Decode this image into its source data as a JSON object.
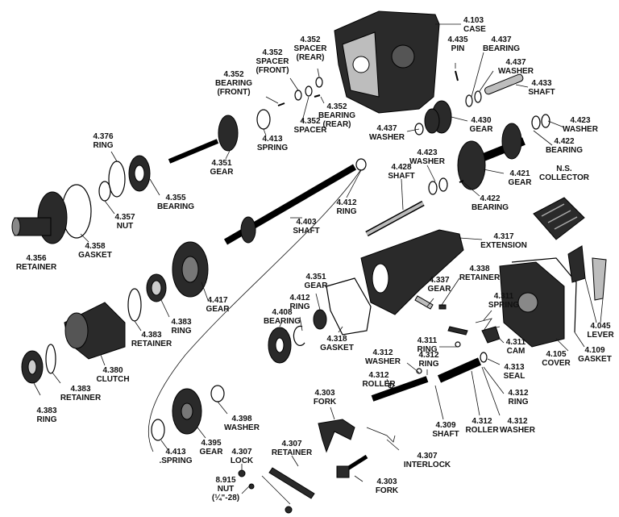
{
  "labels": [
    {
      "id": "case",
      "number": "4.103",
      "name": "CASE"
    },
    {
      "id": "pin-4435",
      "number": "4.435",
      "name": "PIN"
    },
    {
      "id": "bearing-4437",
      "number": "4.437",
      "name": "BEARING"
    },
    {
      "id": "washer-4437-top",
      "number": "4.437",
      "name": "WASHER"
    },
    {
      "id": "shaft-4433",
      "number": "4.433",
      "name": "SHAFT"
    },
    {
      "id": "spacer-rear",
      "number": "4.352",
      "name": "SPACER",
      "sub": "(REAR)"
    },
    {
      "id": "spacer-front",
      "number": "4.352",
      "name": "SPACER",
      "sub": "(FRONT)"
    },
    {
      "id": "bearing-front",
      "number": "4.352",
      "name": "BEARING",
      "sub": "(FRONT)"
    },
    {
      "id": "bearing-rear",
      "number": "4.352",
      "name": "BEARING",
      "sub": "(REAR)"
    },
    {
      "id": "spacer-4352",
      "number": "4.352",
      "name": "SPACER"
    },
    {
      "id": "spring-4413-top",
      "number": "4.413",
      "name": "SPRING"
    },
    {
      "id": "gear-4430",
      "number": "4.430",
      "name": "GEAR"
    },
    {
      "id": "washer-4437-mid",
      "number": "4.437",
      "name": "WASHER"
    },
    {
      "id": "washer-4423-right",
      "number": "4.423",
      "name": "WASHER"
    },
    {
      "id": "bearing-4422-top",
      "number": "4.422",
      "name": "BEARING"
    },
    {
      "id": "ring-4376",
      "number": "4.376",
      "name": "RING"
    },
    {
      "id": "gear-4351",
      "number": "4.351",
      "name": "GEAR"
    },
    {
      "id": "bearing-4355",
      "number": "4.355",
      "name": "BEARING"
    },
    {
      "id": "nut-4357",
      "number": "4.357",
      "name": "NUT"
    },
    {
      "id": "gasket-4358",
      "number": "4.358",
      "name": "GASKET"
    },
    {
      "id": "retainer-4356",
      "number": "4.356",
      "name": "RETAINER"
    },
    {
      "id": "ring-4412-top",
      "number": "4.412",
      "name": "RING"
    },
    {
      "id": "washer-4423-mid",
      "number": "4.423",
      "name": "WASHER"
    },
    {
      "id": "shaft-4428",
      "number": "4.428",
      "name": "SHAFT"
    },
    {
      "id": "gear-4421",
      "number": "4.421",
      "name": "GEAR"
    },
    {
      "id": "bearing-4422-mid",
      "number": "4.422",
      "name": "BEARING"
    },
    {
      "id": "ns-collector",
      "number": "N.S.",
      "name": "COLLECTOR"
    },
    {
      "id": "shaft-4403",
      "number": "4.403",
      "name": "SHAFT"
    },
    {
      "id": "extension-4317",
      "number": "4.317",
      "name": "EXTENSION"
    },
    {
      "id": "gear-4417",
      "number": "4.417",
      "name": "GEAR"
    },
    {
      "id": "ring-4383-a",
      "number": "4.383",
      "name": "RING"
    },
    {
      "id": "retainer-4383-a",
      "number": "4.383",
      "name": "RETAINER"
    },
    {
      "id": "clutch-4380",
      "number": "4.380",
      "name": "CLUTCH"
    },
    {
      "id": "retainer-4383-b",
      "number": "4.383",
      "name": "RETAINER"
    },
    {
      "id": "ring-4383-b",
      "number": "4.383",
      "name": "RING"
    },
    {
      "id": "gear-4351-mid",
      "number": "4.351",
      "name": "GEAR"
    },
    {
      "id": "ring-4412-mid",
      "number": "4.412",
      "name": "RING"
    },
    {
      "id": "bearing-4408",
      "number": "4.408",
      "name": "BEARING"
    },
    {
      "id": "gasket-4318",
      "number": "4.318",
      "name": "GASKET"
    },
    {
      "id": "gear-4337",
      "number": "4.337",
      "name": "GEAR"
    },
    {
      "id": "retainer-4338",
      "number": "4.338",
      "name": "RETAINER"
    },
    {
      "id": "spring-4311",
      "number": "4.311",
      "name": "SPRING"
    },
    {
      "id": "ring-4311",
      "number": "4.311",
      "name": "RING"
    },
    {
      "id": "cam-4311",
      "number": "4.311",
      "name": "CAM"
    },
    {
      "id": "lever-4045",
      "number": "4.045",
      "name": "LEVER"
    },
    {
      "id": "cover-4105",
      "number": "4.105",
      "name": "COVER"
    },
    {
      "id": "gasket-4109",
      "number": "4.109",
      "name": "GASKET"
    },
    {
      "id": "washer-4312-top",
      "number": "4.312",
      "name": "WASHER"
    },
    {
      "id": "ring-4312-top",
      "number": "4.312",
      "name": "RING"
    },
    {
      "id": "seal-4313",
      "number": "4.313",
      "name": "SEAL"
    },
    {
      "id": "roller-4312-left",
      "number": "4.312",
      "name": "ROLLER"
    },
    {
      "id": "ring-4312-right",
      "number": "4.312",
      "name": "RING"
    },
    {
      "id": "fork-4303-top",
      "number": "4.303",
      "name": "FORK"
    },
    {
      "id": "shaft-4309",
      "number": "4.309",
      "name": "SHAFT"
    },
    {
      "id": "roller-4312-right",
      "number": "4.312",
      "name": "ROLLER"
    },
    {
      "id": "washer-4312-bottom",
      "number": "4.312",
      "name": "WASHER"
    },
    {
      "id": "washer-4398",
      "number": "4.398",
      "name": "WASHER"
    },
    {
      "id": "retainer-4307",
      "number": "4.307",
      "name": "RETAINER"
    },
    {
      "id": "spring-4413-bottom",
      "number": "4.413",
      "name": ".SPRING"
    },
    {
      "id": "gear-4395",
      "number": "4.395",
      "name": "GEAR"
    },
    {
      "id": "lock-4307",
      "number": "4.307",
      "name": "LOCK"
    },
    {
      "id": "interlock-4307",
      "number": "4.307",
      "name": "INTERLOCK"
    },
    {
      "id": "nut-8915",
      "number": "8.915",
      "name": "NUT",
      "sub": "(¼\"-28)"
    },
    {
      "id": "fork-4303-bottom",
      "number": "4.303",
      "name": "FORK"
    }
  ]
}
